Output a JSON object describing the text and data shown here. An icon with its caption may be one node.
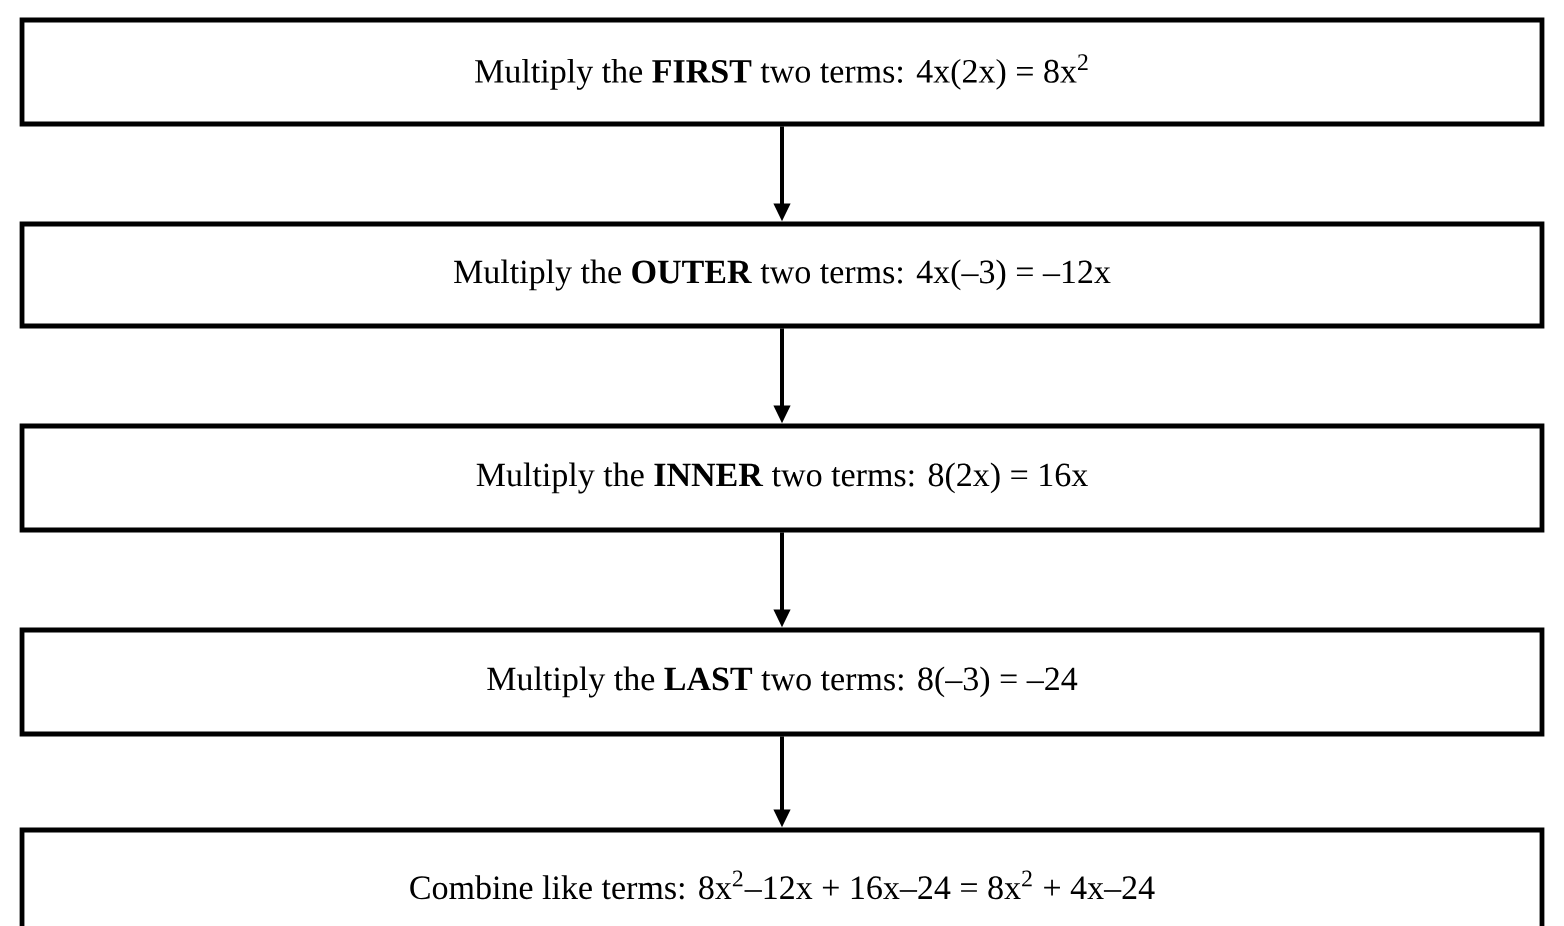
{
  "diagram": {
    "nodes": [
      {
        "text": [
          "Multiply the **FIRST** two terms: 4x(2x) = 8x$^{2}$"
        ]
      },
      {
        "text": [
          "Multiply the **OUTER** two terms: 4x(–3) = –12x"
        ]
      },
      {
        "text": [
          "Multiply the **INNER** two terms: 8(2x) = 16x"
        ]
      },
      {
        "text": [
          "Multiply the **LAST** two terms: 8(–3) = –24"
        ]
      },
      {
        "text": [
          "Combine like terms: 8x$^{2}$–12x + 16x–24 = 8x$^{2}$ + 4x–24"
        ]
      }
    ],
    "edges": [
      {
        "from": 0,
        "to": 1,
        "arrow": "to"
      },
      {
        "from": 1,
        "to": 2,
        "arrow": "to"
      },
      {
        "from": 2,
        "to": 3,
        "arrow": "to"
      },
      {
        "from": 3,
        "to": 4,
        "arrow": "to"
      }
    ]
  }
}
